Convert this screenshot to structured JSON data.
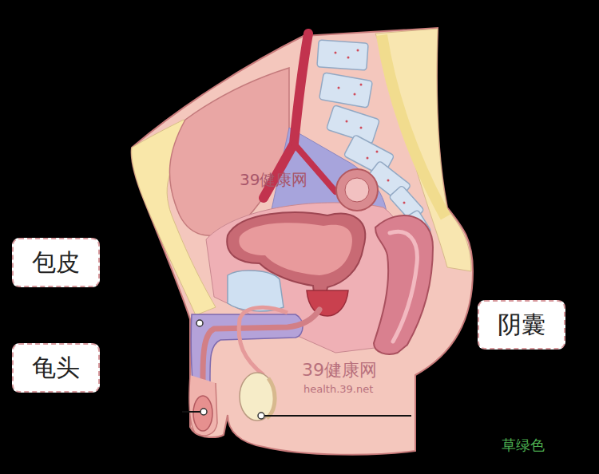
{
  "diagram": {
    "nodes": [
      {
        "text": [
          "包皮"
        ]
      },
      {
        "text": [
          "龟头"
        ]
      },
      {
        "text": [
          "阴囊"
        ]
      }
    ],
    "labels": [
      "39健康网",
      "39健康网",
      "health.39.net",
      "草绿色"
    ]
  }
}
